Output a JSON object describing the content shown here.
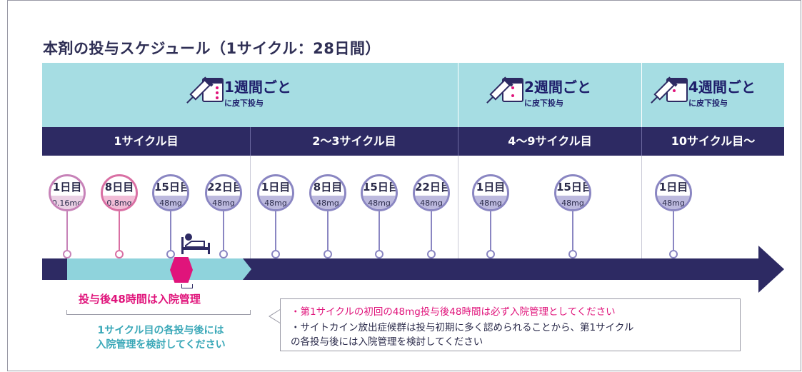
{
  "title": "本剤の投与スケジュール（1サイクル：28日間）",
  "frequencies": [
    {
      "main": "1週間ごと",
      "sub": "に皮下投与",
      "icon": "syringe-calendar-icon"
    },
    {
      "main": "2週間ごと",
      "sub": "に皮下投与",
      "icon": "syringe-calendar-icon"
    },
    {
      "main": "4週間ごと",
      "sub": "に皮下投与",
      "icon": "syringe-calendar-icon"
    }
  ],
  "cycles": [
    {
      "label": "1サイクル目"
    },
    {
      "label": "2～3サイクル目"
    },
    {
      "label": "4～9サイクル目"
    },
    {
      "label": "10サイクル目～"
    }
  ],
  "doses": [
    {
      "day": "1日目",
      "dose": "0.16mg",
      "color": "#c782b8"
    },
    {
      "day": "8日目",
      "dose": "0.8mg",
      "color": "#d96fa3"
    },
    {
      "day": "15日目",
      "dose": "48mg",
      "color": "#8a86c2"
    },
    {
      "day": "22日目",
      "dose": "48mg",
      "color": "#8a86c2"
    },
    {
      "day": "1日目",
      "dose": "48mg",
      "color": "#8a86c2"
    },
    {
      "day": "8日目",
      "dose": "48mg",
      "color": "#8a86c2"
    },
    {
      "day": "15日目",
      "dose": "48mg",
      "color": "#8a86c2"
    },
    {
      "day": "22日目",
      "dose": "48mg",
      "color": "#8a86c2"
    },
    {
      "day": "1日目",
      "dose": "48mg",
      "color": "#8a86c2"
    },
    {
      "day": "15日目",
      "dose": "48mg",
      "color": "#8a86c2"
    },
    {
      "day": "1日目",
      "dose": "48mg",
      "color": "#8a86c2"
    }
  ],
  "hospital_note": "投与後48時間は入院管理",
  "hospital_consider_line1": "1サイクル目の各投与後には",
  "hospital_consider_line2": "入院管理を検討してください",
  "callout": {
    "line1": "・第1サイクルの初回の48mg投与後48時間は必ず入院管理としてください",
    "line2": "・サイトカイン放出症候群は投与初期に多く認められることから、第1サイクル",
    "line3": "  の各投与後には入院管理を検討してください"
  },
  "colors": {
    "navy": "#2d2a63",
    "light_teal": "#a6dde3",
    "magenta": "#e0147b",
    "teal_text": "#3aa8b8",
    "callout_red": "#e0147b"
  }
}
